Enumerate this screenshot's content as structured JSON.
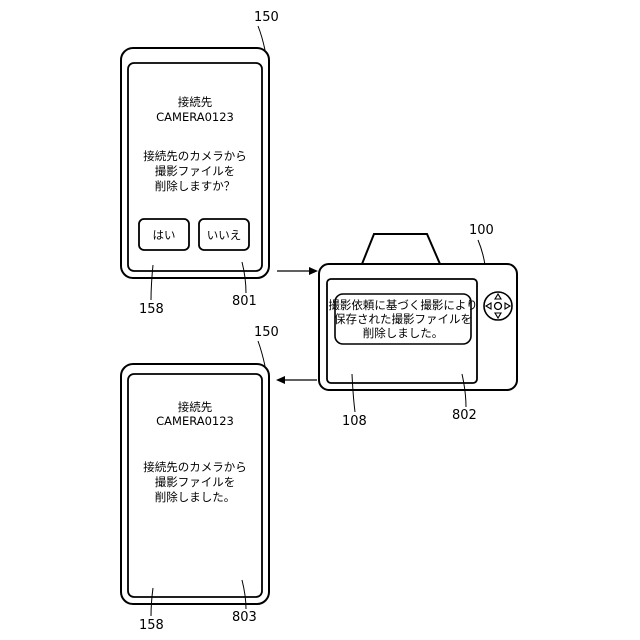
{
  "phone_top": {
    "ref_device": "150",
    "ref_frame": "158",
    "ref_screen": "801",
    "title": "接続先",
    "camera_name": "CAMERA0123",
    "message": [
      "接続先のカメラから",
      "撮影ファイルを",
      "削除しますか？"
    ],
    "buttons": {
      "yes": "はい",
      "no": "いいえ"
    }
  },
  "camera": {
    "ref_device": "100",
    "ref_display": "108",
    "ref_screen": "802",
    "message": [
      "撮影依頼に基づく撮影により",
      "保存された撮影ファイルを",
      "削除しました。"
    ]
  },
  "phone_bottom": {
    "ref_device": "150",
    "ref_frame": "158",
    "ref_screen": "803",
    "title": "接続先",
    "camera_name": "CAMERA0123",
    "message": [
      "接続先のカメラから",
      "撮影ファイルを",
      "削除しました。"
    ]
  }
}
